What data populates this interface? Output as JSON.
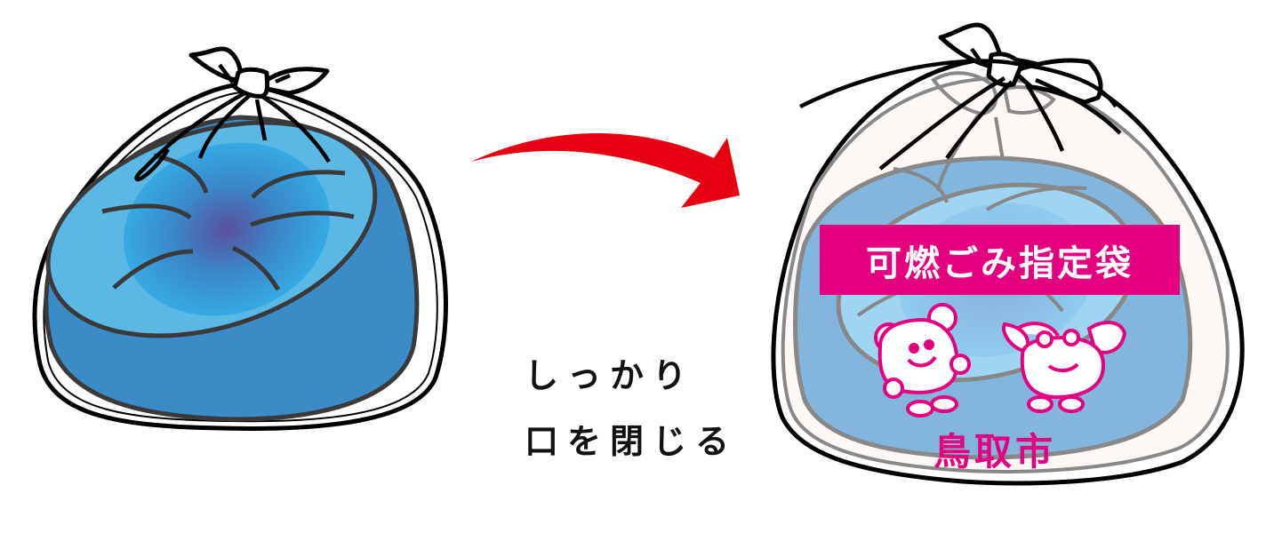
{
  "illustration": {
    "title": "Garbage bag closing instruction",
    "left_bag": {
      "description": "inner blue bag tied at top inside a clear outer bag",
      "colors": {
        "outer_blue": "#3a8bc6",
        "rim_blue": "#5bb7e4",
        "inner_center": "#5b4fa0",
        "inner_edge": "#36b0ea",
        "outline": "#3a3a3a"
      }
    },
    "arrow": {
      "direction": "right",
      "color": "#e60012"
    },
    "caption": {
      "line1": "しっかり",
      "line2": "口を閉じる"
    },
    "right_bag": {
      "label": "可燃ごみ指定袋",
      "city": "鳥取市",
      "colors": {
        "label_bg": "#e4007f",
        "label_text": "#ffffff",
        "city_text": "#e4007f",
        "bag_blue": "#82b6dc",
        "inner_light": "#9fd5f0"
      },
      "mascots": [
        "pear-mascot",
        "crab-mascot"
      ]
    }
  }
}
